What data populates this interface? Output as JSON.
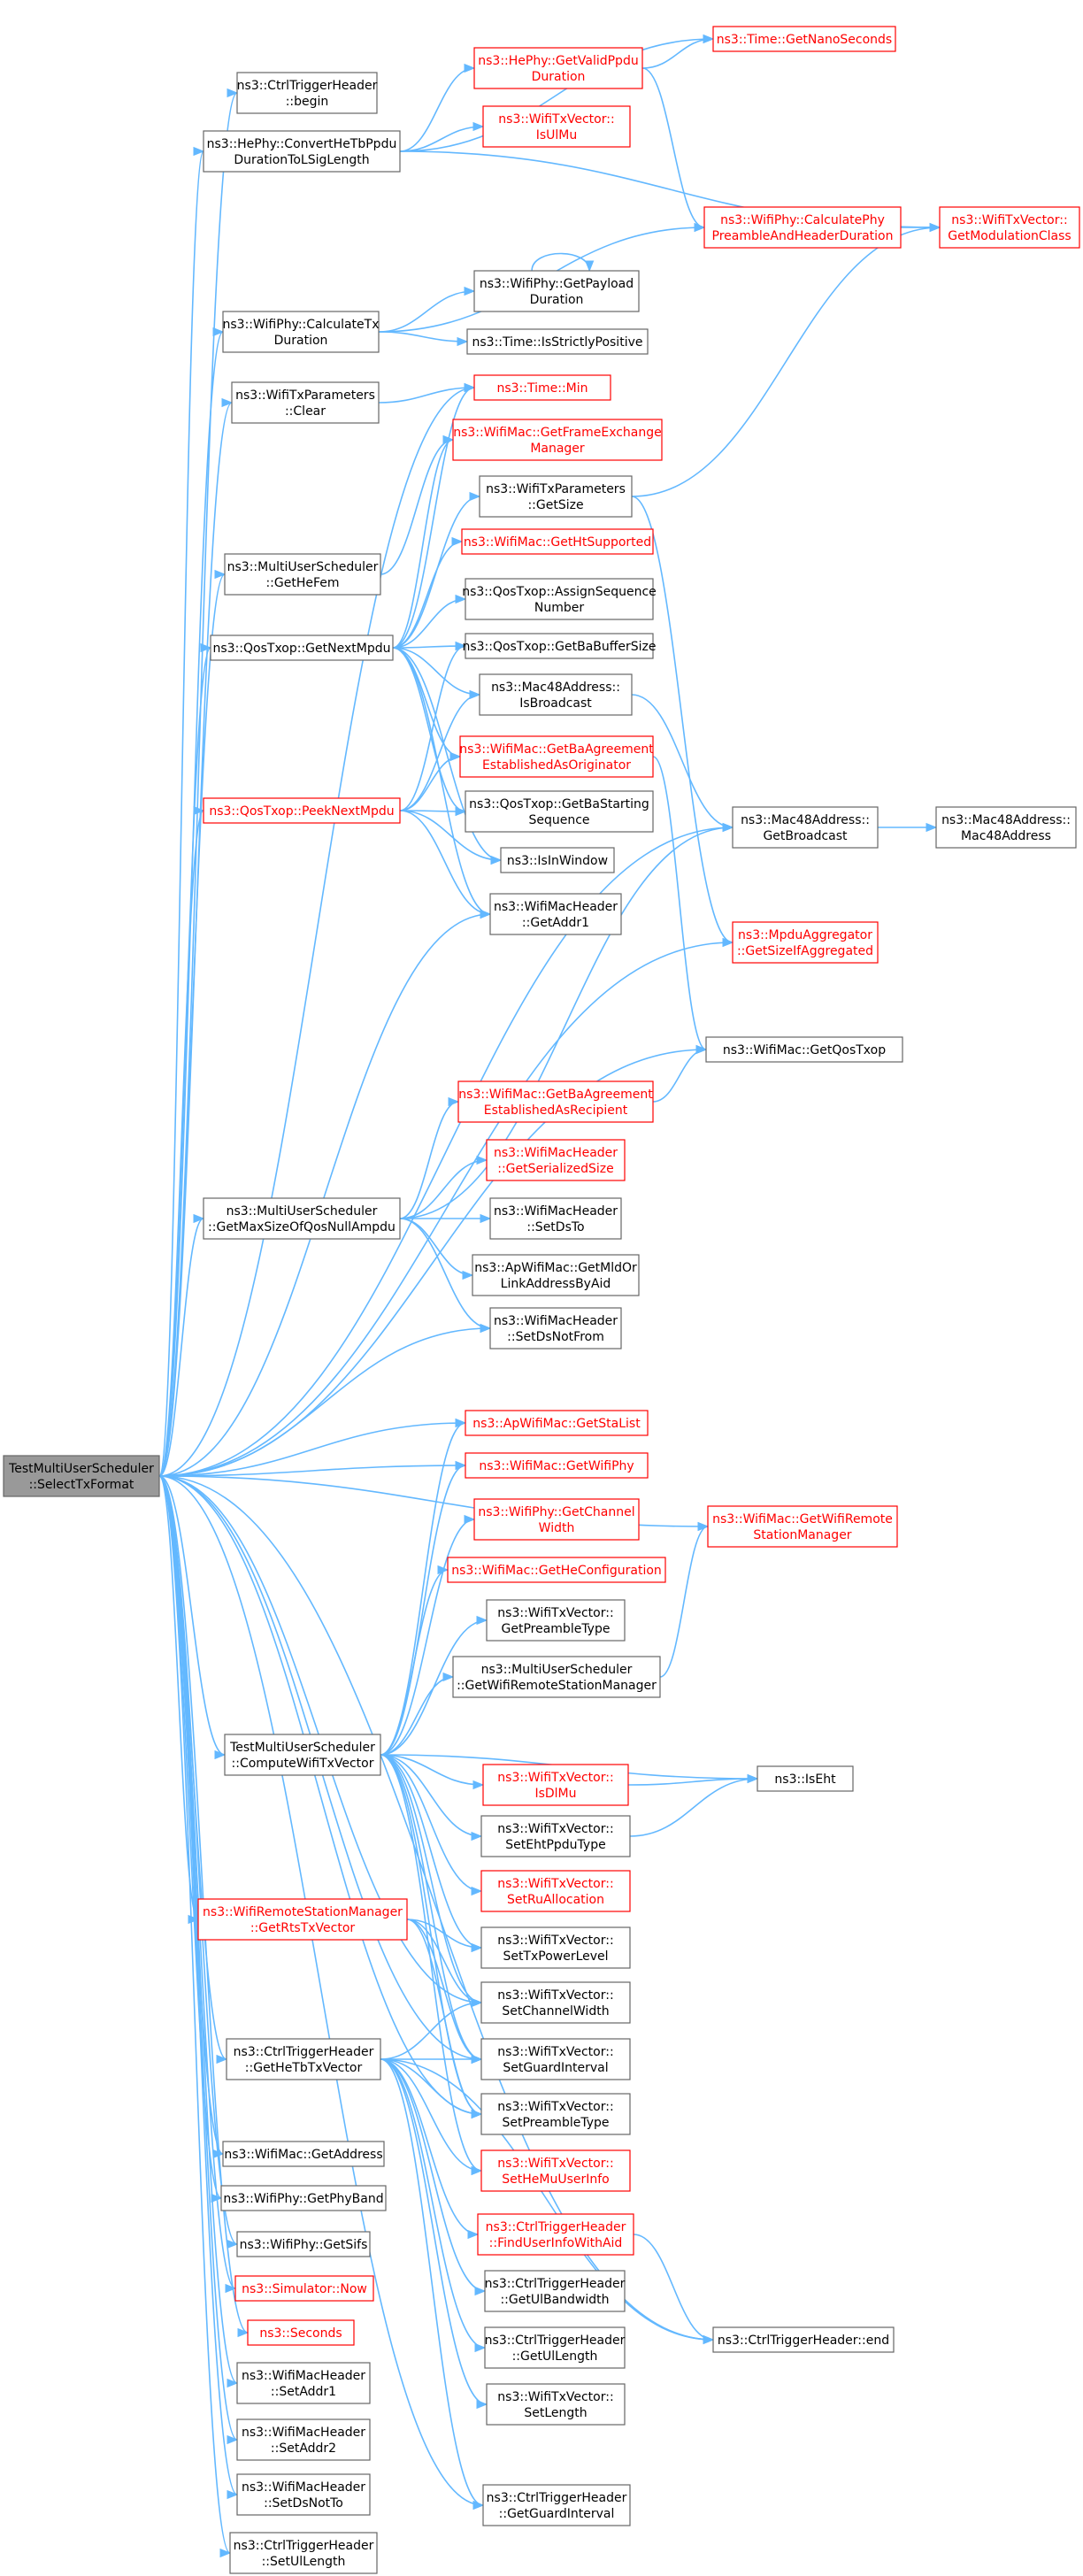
{
  "edge_color": "#63b8ff",
  "node_border": "#666666",
  "node_border_truncated": "#ff0000",
  "root_fill": "#999999",
  "nodes": [
    {
      "id": "root",
      "lines": [
        "TestMultiUserScheduler",
        "::SelectTxFormat"
      ],
      "style": "root"
    },
    {
      "id": "ctrltrig_begin",
      "lines": [
        "ns3::CtrlTriggerHeader",
        "::begin"
      ],
      "style": "normal"
    },
    {
      "id": "hephy_conv",
      "lines": [
        "ns3::HePhy::ConvertHeTbPpdu",
        "DurationToLSigLength"
      ],
      "style": "normal"
    },
    {
      "id": "hephy_validppdu",
      "lines": [
        "ns3::HePhy::GetValidPpdu",
        "Duration"
      ],
      "style": "red"
    },
    {
      "id": "wtxv_isulmu",
      "lines": [
        "ns3::WifiTxVector::",
        "IsUlMu"
      ],
      "style": "red"
    },
    {
      "id": "time_nanosec",
      "lines": [
        "ns3::Time::GetNanoSeconds"
      ],
      "style": "red"
    },
    {
      "id": "wphy_calcpre",
      "lines": [
        "ns3::WifiPhy::CalculatePhy",
        "PreambleAndHeaderDuration"
      ],
      "style": "red"
    },
    {
      "id": "wtxv_modclass",
      "lines": [
        "ns3::WifiTxVector::",
        "GetModulationClass"
      ],
      "style": "red"
    },
    {
      "id": "wphy_calctx",
      "lines": [
        "ns3::WifiPhy::CalculateTx",
        "Duration"
      ],
      "style": "normal"
    },
    {
      "id": "wphy_payload",
      "lines": [
        "ns3::WifiPhy::GetPayload",
        "Duration"
      ],
      "style": "normal"
    },
    {
      "id": "time_strictpos",
      "lines": [
        "ns3::Time::IsStrictlyPositive"
      ],
      "style": "normal"
    },
    {
      "id": "wtxparams_clear",
      "lines": [
        "ns3::WifiTxParameters",
        "::Clear"
      ],
      "style": "normal"
    },
    {
      "id": "time_min",
      "lines": [
        "ns3::Time::Min"
      ],
      "style": "red"
    },
    {
      "id": "wmac_getfem",
      "lines": [
        "ns3::WifiMac::GetFrameExchange",
        "Manager"
      ],
      "style": "red"
    },
    {
      "id": "wtxparams_getsize",
      "lines": [
        "ns3::WifiTxParameters",
        "::GetSize"
      ],
      "style": "normal"
    },
    {
      "id": "wmac_htsupp",
      "lines": [
        "ns3::WifiMac::GetHtSupported"
      ],
      "style": "red"
    },
    {
      "id": "mus_gethefem",
      "lines": [
        "ns3::MultiUserScheduler",
        "::GetHeFem"
      ],
      "style": "normal"
    },
    {
      "id": "qos_assignseq",
      "lines": [
        "ns3::QosTxop::AssignSequence",
        "Number"
      ],
      "style": "normal"
    },
    {
      "id": "qos_getnextmpdu",
      "lines": [
        "ns3::QosTxop::GetNextMpdu"
      ],
      "style": "normal"
    },
    {
      "id": "qos_babuffer",
      "lines": [
        "ns3::QosTxop::GetBaBufferSize"
      ],
      "style": "normal"
    },
    {
      "id": "mac48_isbcast",
      "lines": [
        "ns3::Mac48Address::",
        "IsBroadcast"
      ],
      "style": "normal"
    },
    {
      "id": "wmac_baorig",
      "lines": [
        "ns3::WifiMac::GetBaAgreement",
        "EstablishedAsOriginator"
      ],
      "style": "red"
    },
    {
      "id": "qos_peeknext",
      "lines": [
        "ns3::QosTxop::PeekNextMpdu"
      ],
      "style": "red"
    },
    {
      "id": "qos_bastarting",
      "lines": [
        "ns3::QosTxop::GetBaStarting",
        "Sequence"
      ],
      "style": "normal"
    },
    {
      "id": "mac48_getbcast",
      "lines": [
        "ns3::Mac48Address::",
        "GetBroadcast"
      ],
      "style": "normal"
    },
    {
      "id": "mac48_ctor",
      "lines": [
        "ns3::Mac48Address::",
        "Mac48Address"
      ],
      "style": "normal"
    },
    {
      "id": "isinwindow",
      "lines": [
        "ns3::IsInWindow"
      ],
      "style": "normal"
    },
    {
      "id": "wmh_getaddr1",
      "lines": [
        "ns3::WifiMacHeader",
        "::GetAddr1"
      ],
      "style": "normal"
    },
    {
      "id": "mpduagg_size",
      "lines": [
        "ns3::MpduAggregator",
        "::GetSizeIfAggregated"
      ],
      "style": "red"
    },
    {
      "id": "wmac_getqostxop",
      "lines": [
        "ns3::WifiMac::GetQosTxop"
      ],
      "style": "normal"
    },
    {
      "id": "wmac_barecip",
      "lines": [
        "ns3::WifiMac::GetBaAgreement",
        "EstablishedAsRecipient"
      ],
      "style": "red"
    },
    {
      "id": "mus_maxsizeqos",
      "lines": [
        "ns3::MultiUserScheduler",
        "::GetMaxSizeOfQosNullAmpdu"
      ],
      "style": "normal"
    },
    {
      "id": "wmh_serialsize",
      "lines": [
        "ns3::WifiMacHeader",
        "::GetSerializedSize"
      ],
      "style": "red"
    },
    {
      "id": "wmh_setdsto",
      "lines": [
        "ns3::WifiMacHeader",
        "::SetDsTo"
      ],
      "style": "normal"
    },
    {
      "id": "apmac_mldaddr",
      "lines": [
        "ns3::ApWifiMac::GetMldOr",
        "LinkAddressByAid"
      ],
      "style": "normal"
    },
    {
      "id": "wmh_setdsnotfrom",
      "lines": [
        "ns3::WifiMacHeader",
        "::SetDsNotFrom"
      ],
      "style": "normal"
    },
    {
      "id": "apmac_stalist",
      "lines": [
        "ns3::ApWifiMac::GetStaList"
      ],
      "style": "red"
    },
    {
      "id": "wmac_getwifiphy",
      "lines": [
        "ns3::WifiMac::GetWifiPhy"
      ],
      "style": "red"
    },
    {
      "id": "wmac_remotesm",
      "lines": [
        "ns3::WifiMac::GetWifiRemote",
        "StationManager"
      ],
      "style": "red"
    },
    {
      "id": "wphy_chanwidth",
      "lines": [
        "ns3::WifiPhy::GetChannel",
        "Width"
      ],
      "style": "red"
    },
    {
      "id": "wmac_heconf",
      "lines": [
        "ns3::WifiMac::GetHeConfiguration"
      ],
      "style": "red"
    },
    {
      "id": "wtxv_getpreamble",
      "lines": [
        "ns3::WifiTxVector::",
        "GetPreambleType"
      ],
      "style": "normal"
    },
    {
      "id": "mus_remotesm",
      "lines": [
        "ns3::MultiUserScheduler",
        "::GetWifiRemoteStationManager"
      ],
      "style": "normal"
    },
    {
      "id": "tmus_compute",
      "lines": [
        "TestMultiUserScheduler",
        "::ComputeWifiTxVector"
      ],
      "style": "normal"
    },
    {
      "id": "wtxv_isdlmu",
      "lines": [
        "ns3::WifiTxVector::",
        "IsDlMu"
      ],
      "style": "red"
    },
    {
      "id": "iseht",
      "lines": [
        "ns3::IsEht"
      ],
      "style": "normal"
    },
    {
      "id": "wtxv_setehtppdu",
      "lines": [
        "ns3::WifiTxVector::",
        "SetEhtPpduType"
      ],
      "style": "normal"
    },
    {
      "id": "wtxv_setru",
      "lines": [
        "ns3::WifiTxVector::",
        "SetRuAllocation"
      ],
      "style": "red"
    },
    {
      "id": "wrsm_getrts",
      "lines": [
        "ns3::WifiRemoteStationManager",
        "::GetRtsTxVector"
      ],
      "style": "red"
    },
    {
      "id": "wtxv_settxpower",
      "lines": [
        "ns3::WifiTxVector::",
        "SetTxPowerLevel"
      ],
      "style": "normal"
    },
    {
      "id": "wtxv_setchanwidth",
      "lines": [
        "ns3::WifiTxVector::",
        "SetChannelWidth"
      ],
      "style": "normal"
    },
    {
      "id": "ctrltrig_gethetb",
      "lines": [
        "ns3::CtrlTriggerHeader",
        "::GetHeTbTxVector"
      ],
      "style": "normal"
    },
    {
      "id": "wtxv_setgi",
      "lines": [
        "ns3::WifiTxVector::",
        "SetGuardInterval"
      ],
      "style": "normal"
    },
    {
      "id": "wtxv_setpreamble",
      "lines": [
        "ns3::WifiTxVector::",
        "SetPreambleType"
      ],
      "style": "normal"
    },
    {
      "id": "wmac_getaddress",
      "lines": [
        "ns3::WifiMac::GetAddress"
      ],
      "style": "normal"
    },
    {
      "id": "wtxv_sethemu",
      "lines": [
        "ns3::WifiTxVector::",
        "SetHeMuUserInfo"
      ],
      "style": "red"
    },
    {
      "id": "wphy_getphyband",
      "lines": [
        "ns3::WifiPhy::GetPhyBand"
      ],
      "style": "normal"
    },
    {
      "id": "ctrltrig_finduser",
      "lines": [
        "ns3::CtrlTriggerHeader",
        "::FindUserInfoWithAid"
      ],
      "style": "red"
    },
    {
      "id": "wphy_getsifs",
      "lines": [
        "ns3::WifiPhy::GetSifs"
      ],
      "style": "normal"
    },
    {
      "id": "sim_now",
      "lines": [
        "ns3::Simulator::Now"
      ],
      "style": "red"
    },
    {
      "id": "ctrltrig_ulbw",
      "lines": [
        "ns3::CtrlTriggerHeader",
        "::GetUlBandwidth"
      ],
      "style": "normal"
    },
    {
      "id": "seconds",
      "lines": [
        "ns3::Seconds"
      ],
      "style": "red"
    },
    {
      "id": "ctrltrig_ullength",
      "lines": [
        "ns3::CtrlTriggerHeader",
        "::GetUlLength"
      ],
      "style": "normal"
    },
    {
      "id": "ctrltrig_end",
      "lines": [
        "ns3::CtrlTriggerHeader::end"
      ],
      "style": "normal"
    },
    {
      "id": "wmh_setaddr1",
      "lines": [
        "ns3::WifiMacHeader",
        "::SetAddr1"
      ],
      "style": "normal"
    },
    {
      "id": "wtxv_setlength",
      "lines": [
        "ns3::WifiTxVector::",
        "SetLength"
      ],
      "style": "normal"
    },
    {
      "id": "wmh_setaddr2",
      "lines": [
        "ns3::WifiMacHeader",
        "::SetAddr2"
      ],
      "style": "normal"
    },
    {
      "id": "wmh_setdsnotto",
      "lines": [
        "ns3::WifiMacHeader",
        "::SetDsNotTo"
      ],
      "style": "normal"
    },
    {
      "id": "ctrltrig_getgi",
      "lines": [
        "ns3::CtrlTriggerHeader",
        "::GetGuardInterval"
      ],
      "style": "normal"
    },
    {
      "id": "ctrltrig_setullength",
      "lines": [
        "ns3::CtrlTriggerHeader",
        "::SetUlLength"
      ],
      "style": "normal"
    }
  ],
  "edges": [
    [
      "root",
      "ctrltrig_begin"
    ],
    [
      "root",
      "hephy_conv"
    ],
    [
      "root",
      "wphy_calctx"
    ],
    [
      "root",
      "wtxparams_clear"
    ],
    [
      "root",
      "time_min"
    ],
    [
      "root",
      "mus_gethefem"
    ],
    [
      "root",
      "qos_getnextmpdu"
    ],
    [
      "root",
      "qos_peeknext"
    ],
    [
      "root",
      "wmh_getaddr1"
    ],
    [
      "root",
      "mac48_getbcast"
    ],
    [
      "root",
      "mpduagg_size"
    ],
    [
      "root",
      "wmac_getqostxop"
    ],
    [
      "root",
      "mus_maxsizeqos"
    ],
    [
      "root",
      "wmh_setdsnotfrom"
    ],
    [
      "root",
      "apmac_stalist"
    ],
    [
      "root",
      "wmac_getwifiphy"
    ],
    [
      "root",
      "wmac_remotesm"
    ],
    [
      "root",
      "tmus_compute"
    ],
    [
      "root",
      "wrsm_getrts"
    ],
    [
      "root",
      "ctrltrig_gethetb"
    ],
    [
      "root",
      "wtxv_setchanwidth"
    ],
    [
      "root",
      "wtxv_setgi"
    ],
    [
      "root",
      "wtxv_setpreamble"
    ],
    [
      "root",
      "wmac_getaddress"
    ],
    [
      "root",
      "wphy_getphyband"
    ],
    [
      "root",
      "wphy_getsifs"
    ],
    [
      "root",
      "sim_now"
    ],
    [
      "root",
      "seconds"
    ],
    [
      "root",
      "wmh_setaddr1"
    ],
    [
      "root",
      "wmh_setaddr2"
    ],
    [
      "root",
      "wmh_setdsnotto"
    ],
    [
      "root",
      "ctrltrig_getgi"
    ],
    [
      "root",
      "ctrltrig_setullength"
    ],
    [
      "root",
      "ctrltrig_end"
    ],
    [
      "hephy_conv",
      "hephy_validppdu"
    ],
    [
      "hephy_conv",
      "wtxv_isulmu"
    ],
    [
      "hephy_conv",
      "time_nanosec"
    ],
    [
      "hephy_conv",
      "wtxv_modclass"
    ],
    [
      "hephy_validppdu",
      "time_nanosec"
    ],
    [
      "hephy_validppdu",
      "wphy_calcpre"
    ],
    [
      "wphy_calcpre",
      "wtxv_modclass"
    ],
    [
      "wphy_calctx",
      "wphy_calcpre"
    ],
    [
      "wphy_calctx",
      "wphy_payload"
    ],
    [
      "wphy_calctx",
      "time_strictpos"
    ],
    [
      "wphy_payload",
      "wphy_payload"
    ],
    [
      "wtxparams_clear",
      "time_min"
    ],
    [
      "mus_gethefem",
      "wmac_getfem"
    ],
    [
      "qos_getnextmpdu",
      "time_min"
    ],
    [
      "qos_getnextmpdu",
      "wmac_getfem"
    ],
    [
      "qos_getnextmpdu",
      "wtxparams_getsize"
    ],
    [
      "qos_getnextmpdu",
      "wmac_htsupp"
    ],
    [
      "qos_getnextmpdu",
      "qos_assignseq"
    ],
    [
      "qos_getnextmpdu",
      "qos_babuffer"
    ],
    [
      "qos_getnextmpdu",
      "mac48_isbcast"
    ],
    [
      "qos_getnextmpdu",
      "wmac_baorig"
    ],
    [
      "qos_getnextmpdu",
      "qos_bastarting"
    ],
    [
      "qos_getnextmpdu",
      "isinwindow"
    ],
    [
      "qos_getnextmpdu",
      "wmh_getaddr1"
    ],
    [
      "qos_peeknext",
      "qos_babuffer"
    ],
    [
      "qos_peeknext",
      "mac48_isbcast"
    ],
    [
      "qos_peeknext",
      "wmac_baorig"
    ],
    [
      "qos_peeknext",
      "qos_bastarting"
    ],
    [
      "qos_peeknext",
      "isinwindow"
    ],
    [
      "qos_peeknext",
      "wmh_getaddr1"
    ],
    [
      "wtxparams_getsize",
      "wtxv_modclass"
    ],
    [
      "wtxparams_getsize",
      "mpduagg_size"
    ],
    [
      "mac48_isbcast",
      "mac48_getbcast"
    ],
    [
      "mac48_getbcast",
      "mac48_ctor"
    ],
    [
      "wmac_baorig",
      "wmac_getqostxop"
    ],
    [
      "wmac_barecip",
      "wmac_getqostxop"
    ],
    [
      "mus_maxsizeqos",
      "wmac_barecip"
    ],
    [
      "mus_maxsizeqos",
      "wmh_serialsize"
    ],
    [
      "mus_maxsizeqos",
      "wmh_setdsto"
    ],
    [
      "mus_maxsizeqos",
      "apmac_mldaddr"
    ],
    [
      "mus_maxsizeqos",
      "wmh_setdsnotfrom"
    ],
    [
      "mus_maxsizeqos",
      "mac48_getbcast"
    ],
    [
      "tmus_compute",
      "apmac_stalist"
    ],
    [
      "tmus_compute",
      "wmac_getwifiphy"
    ],
    [
      "tmus_compute",
      "wphy_chanwidth"
    ],
    [
      "tmus_compute",
      "wmac_heconf"
    ],
    [
      "tmus_compute",
      "wtxv_getpreamble"
    ],
    [
      "tmus_compute",
      "mus_remotesm"
    ],
    [
      "tmus_compute",
      "wtxv_isdlmu"
    ],
    [
      "tmus_compute",
      "iseht"
    ],
    [
      "tmus_compute",
      "wtxv_setehtppdu"
    ],
    [
      "tmus_compute",
      "wtxv_setru"
    ],
    [
      "tmus_compute",
      "wtxv_settxpower"
    ],
    [
      "tmus_compute",
      "wtxv_setchanwidth"
    ],
    [
      "tmus_compute",
      "wtxv_setgi"
    ],
    [
      "tmus_compute",
      "wtxv_setpreamble"
    ],
    [
      "tmus_compute",
      "wtxv_sethemu"
    ],
    [
      "mus_remotesm",
      "wmac_remotesm"
    ],
    [
      "wtxv_isdlmu",
      "iseht"
    ],
    [
      "wtxv_setehtppdu",
      "iseht"
    ],
    [
      "wrsm_getrts",
      "wtxv_settxpower"
    ],
    [
      "wrsm_getrts",
      "wtxv_setchanwidth"
    ],
    [
      "wrsm_getrts",
      "wtxv_setgi"
    ],
    [
      "wrsm_getrts",
      "wtxv_setpreamble"
    ],
    [
      "ctrltrig_gethetb",
      "wtxv_setchanwidth"
    ],
    [
      "ctrltrig_gethetb",
      "wtxv_setgi"
    ],
    [
      "ctrltrig_gethetb",
      "wtxv_setpreamble"
    ],
    [
      "ctrltrig_gethetb",
      "wtxv_sethemu"
    ],
    [
      "ctrltrig_gethetb",
      "ctrltrig_finduser"
    ],
    [
      "ctrltrig_gethetb",
      "ctrltrig_ulbw"
    ],
    [
      "ctrltrig_gethetb",
      "ctrltrig_ullength"
    ],
    [
      "ctrltrig_gethetb",
      "wtxv_setlength"
    ],
    [
      "ctrltrig_gethetb",
      "ctrltrig_getgi"
    ],
    [
      "ctrltrig_gethetb",
      "ctrltrig_end"
    ],
    [
      "ctrltrig_finduser",
      "ctrltrig_end"
    ]
  ]
}
